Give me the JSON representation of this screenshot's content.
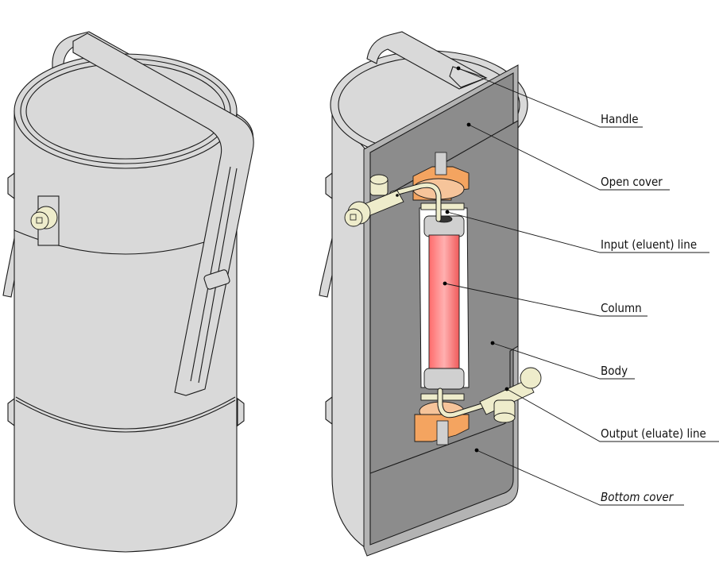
{
  "figure": {
    "subject": "Chromatography column housing",
    "views": [
      "external view",
      "cutaway view"
    ]
  },
  "callouts": [
    {
      "id": "handle",
      "label": "Handle",
      "italic": false
    },
    {
      "id": "open-cover",
      "label": "Open cover",
      "italic": false
    },
    {
      "id": "input-line",
      "label": "Input (eluent) line",
      "italic": false
    },
    {
      "id": "column",
      "label": "Column",
      "italic": false
    },
    {
      "id": "body",
      "label": "Body",
      "italic": false
    },
    {
      "id": "output-line",
      "label": "Output (eluate) line",
      "italic": false
    },
    {
      "id": "bottom-cover",
      "label": "Bottom cover",
      "italic": true
    }
  ],
  "colors": {
    "shell": "#d9d9d9",
    "cut_face": "#8c8c8c",
    "column_fill": "#f87878",
    "fitting_orange": "#f4a460",
    "tubing_cream": "#eeeccb"
  }
}
